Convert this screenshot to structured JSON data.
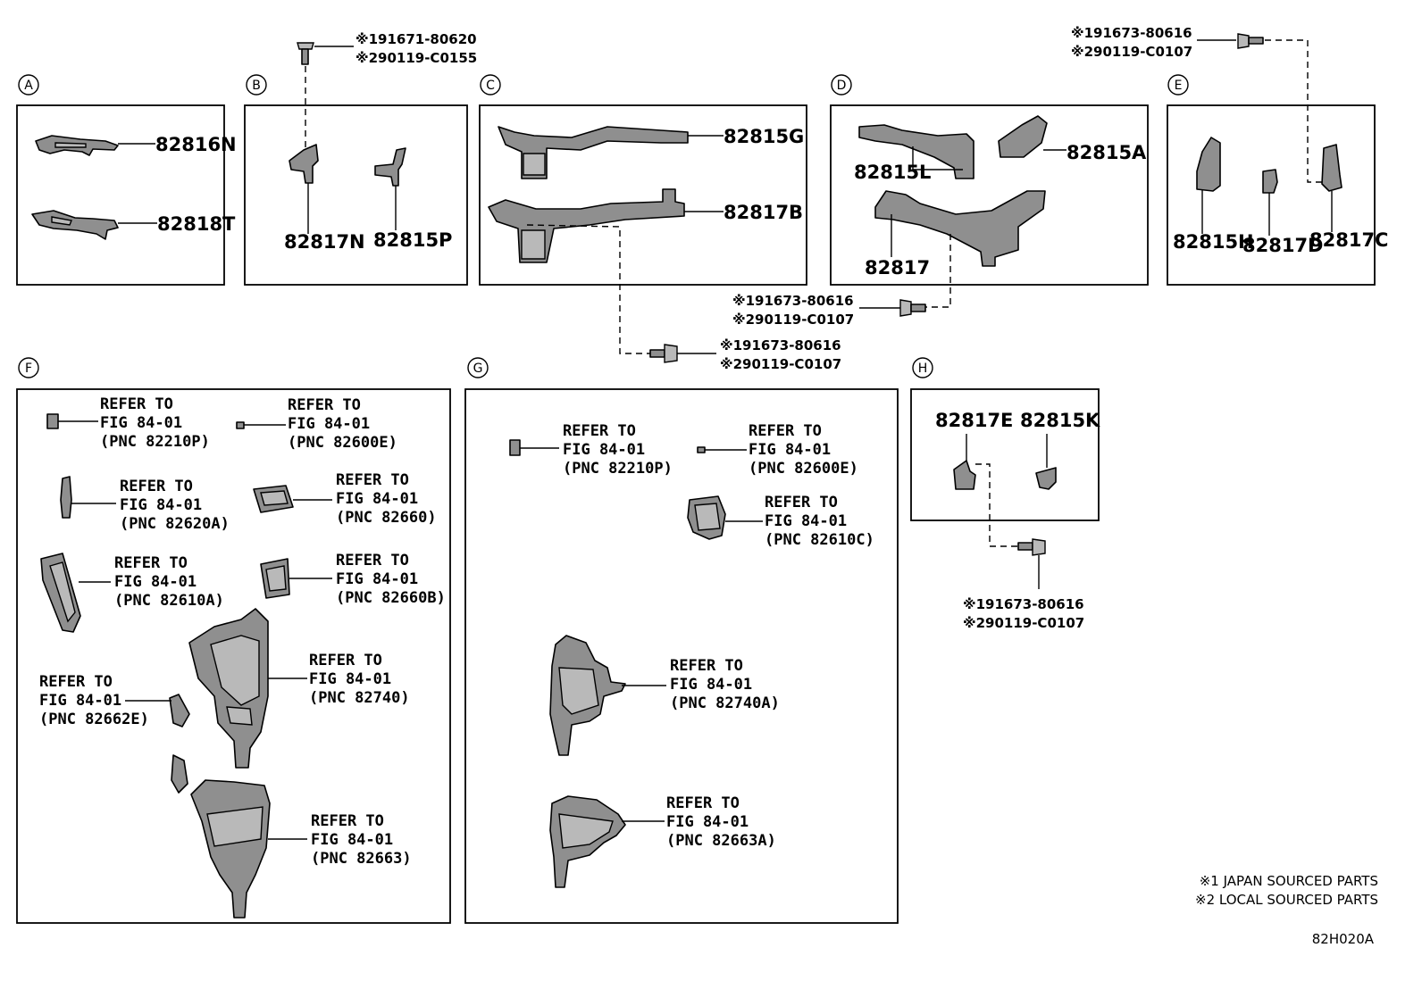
{
  "sections": {
    "A": {
      "label": "A"
    },
    "B": {
      "label": "B"
    },
    "C": {
      "label": "C"
    },
    "D": {
      "label": "D"
    },
    "E": {
      "label": "E"
    },
    "F": {
      "label": "F"
    },
    "G": {
      "label": "G"
    },
    "H": {
      "label": "H"
    }
  },
  "parts": {
    "p82816N": "82816N",
    "p82818T": "82818T",
    "p82817N": "82817N",
    "p82815P": "82815P",
    "p82815G": "82815G",
    "p82817B": "82817B",
    "p82815L": "82815L",
    "p82815A": "82815A",
    "p82817": "82817",
    "p82815H": "82815H",
    "p82817D": "82817D",
    "p82817C": "82817C",
    "p82817E": "82817E",
    "p82815K": "82815K"
  },
  "bolts": {
    "b1": {
      "line1": "※191671-80620",
      "line2": "※290119-C0155"
    },
    "b2": {
      "line1": "※191673-80616",
      "line2": "※290119-C0107"
    },
    "b3": {
      "line1": "※191673-80616",
      "line2": "※290119-C0107"
    },
    "b4": {
      "line1": "※191673-80616",
      "line2": "※290119-C0107"
    },
    "b5": {
      "line1": "※191673-80616",
      "line2": "※290119-C0107"
    }
  },
  "refs": {
    "f1": {
      "l1": "REFER TO",
      "l2": "FIG 84-01",
      "l3": "(PNC 82210P)"
    },
    "f2": {
      "l1": "REFER TO",
      "l2": "FIG 84-01",
      "l3": "(PNC 82600E)"
    },
    "f3": {
      "l1": "REFER TO",
      "l2": "FIG 84-01",
      "l3": "(PNC 82620A)"
    },
    "f4": {
      "l1": "REFER TO",
      "l2": "FIG 84-01",
      "l3": "(PNC 82660)"
    },
    "f5": {
      "l1": "REFER TO",
      "l2": "FIG 84-01",
      "l3": "(PNC 82610A)"
    },
    "f6": {
      "l1": "REFER TO",
      "l2": "FIG 84-01",
      "l3": "(PNC 82660B)"
    },
    "f7": {
      "l1": "REFER TO",
      "l2": "FIG 84-01",
      "l3": "(PNC 82740)"
    },
    "f8": {
      "l1": "REFER TO",
      "l2": "FIG 84-01",
      "l3": "(PNC 82662E)"
    },
    "f9": {
      "l1": "REFER TO",
      "l2": "FIG 84-01",
      "l3": "(PNC 82663)"
    },
    "g1": {
      "l1": "REFER TO",
      "l2": "FIG 84-01",
      "l3": "(PNC 82210P)"
    },
    "g2": {
      "l1": "REFER TO",
      "l2": "FIG 84-01",
      "l3": "(PNC 82600E)"
    },
    "g3": {
      "l1": "REFER TO",
      "l2": "FIG 84-01",
      "l3": "(PNC 82610C)"
    },
    "g4": {
      "l1": "REFER TO",
      "l2": "FIG 84-01",
      "l3": "(PNC 82740A)"
    },
    "g5": {
      "l1": "REFER TO",
      "l2": "FIG 84-01",
      "l3": "(PNC 82663A)"
    }
  },
  "footnotes": {
    "note1": "※1 JAPAN SOURCED PARTS",
    "note2": "※2 LOCAL SOURCED PARTS",
    "figure_code": "82H020A"
  },
  "icons": [
    "bolt-icon",
    "clip-icon",
    "connector-icon",
    "bracket-icon",
    "wire-harness-icon"
  ]
}
